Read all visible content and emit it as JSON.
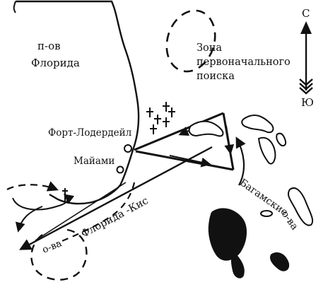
{
  "labels": {
    "peninsula_line1": "п-ов",
    "peninsula_line2": "Флорида",
    "search_zone_line1": "Зона",
    "search_zone_line2": "первоначального",
    "search_zone_line3": "поиска",
    "fort_lauderdale": "Форт-Лодердейл",
    "miami": "Майами",
    "keys_islands_prefix": "о-ва",
    "keys_name": "Флорида -Кис",
    "bahamas_line1": "Багамские",
    "bahamas_line2": "о-ва",
    "compass_north": "С",
    "compass_south": "Ю"
  },
  "colors": {
    "ink": "#111111",
    "paper": "#ffffff"
  }
}
